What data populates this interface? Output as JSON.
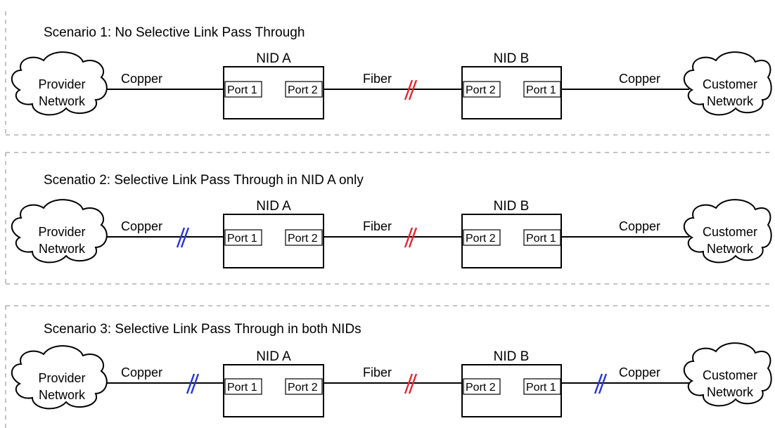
{
  "colors": {
    "fiber_break": "#e8262b",
    "copper_break": "#2433e0"
  },
  "scenarios": [
    {
      "title": "Scenario 1: No Selective Link Pass Through",
      "provider": [
        "Provider",
        "Network"
      ],
      "customer": [
        "Customer",
        "Network"
      ],
      "nid_a": {
        "label": "NID A",
        "left_port": "Port 1",
        "right_port": "Port 2"
      },
      "nid_b": {
        "label": "NID B",
        "left_port": "Port 2",
        "right_port": "Port 1"
      },
      "link_left": "Copper",
      "link_mid": "Fiber",
      "link_right": "Copper",
      "breaks": {
        "left": false,
        "mid": true,
        "right": false
      }
    },
    {
      "title": "Scenatio 2: Selective Link Pass Through in NID A only",
      "provider": [
        "Provider",
        "Network"
      ],
      "customer": [
        "Customer",
        "Network"
      ],
      "nid_a": {
        "label": "NID A",
        "left_port": "Port 1",
        "right_port": "Port 2"
      },
      "nid_b": {
        "label": "NID B",
        "left_port": "Port 2",
        "right_port": "Port 1"
      },
      "link_left": "Copper",
      "link_mid": "Fiber",
      "link_right": "Copper",
      "breaks": {
        "left": true,
        "mid": true,
        "right": false
      }
    },
    {
      "title": "Scenario 3: Selective Link Pass Through in both NIDs",
      "provider": [
        "Provider",
        "Network"
      ],
      "customer": [
        "Customer",
        "Network"
      ],
      "nid_a": {
        "label": "NID A",
        "left_port": "Port 1",
        "right_port": "Port 2"
      },
      "nid_b": {
        "label": "NID B",
        "left_port": "Port 2",
        "right_port": "Port 1"
      },
      "link_left": "Copper",
      "link_mid": "Fiber",
      "link_right": "Copper",
      "breaks": {
        "left": true,
        "mid": true,
        "right": true
      }
    }
  ]
}
